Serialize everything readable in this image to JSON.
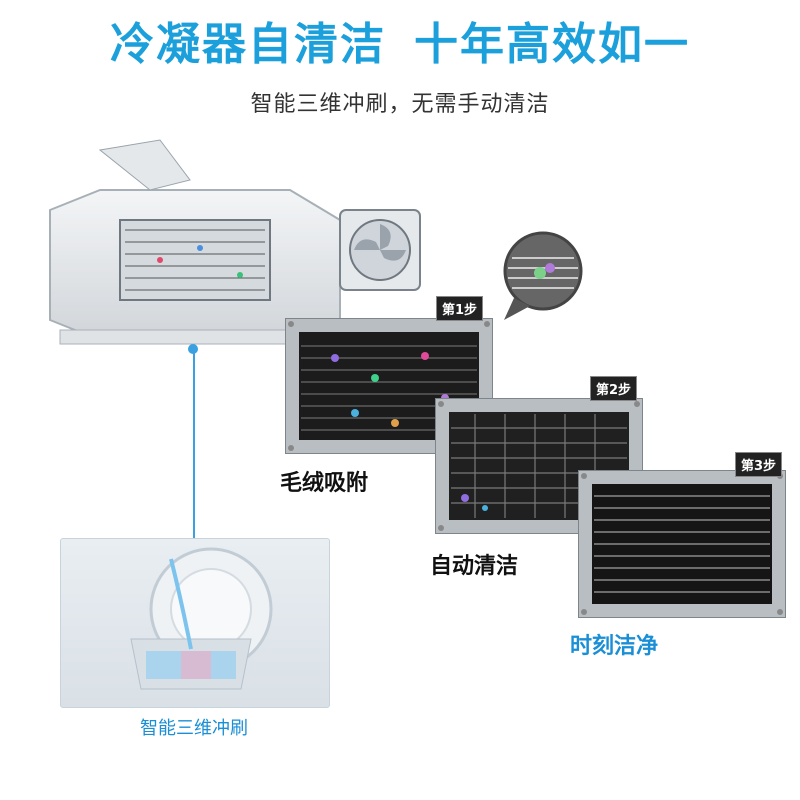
{
  "header": {
    "title_part1": "冷凝器自清洁",
    "title_part2": "十年高效如一",
    "subtitle": "智能三维冲刷，无需手动清洁"
  },
  "steps": [
    {
      "tag": "第1步",
      "caption": "毛绒吸附"
    },
    {
      "tag": "第2步",
      "caption": "自动清洁"
    },
    {
      "tag": "第3步",
      "caption": "时刻洁净"
    }
  ],
  "inset": {
    "caption": "智能三维冲刷"
  },
  "colors": {
    "accent": "#1ba0dc",
    "caption_blue": "#1a8fd6"
  }
}
